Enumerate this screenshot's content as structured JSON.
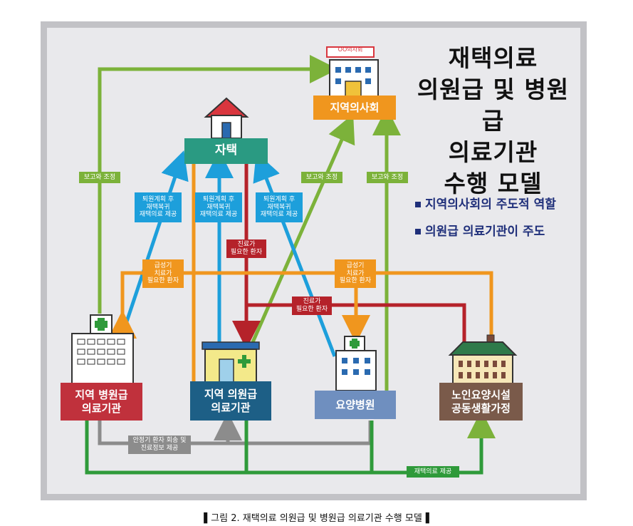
{
  "title": "재택의료\n의원급 및 병원급\n의료기관\n수행 모델",
  "bullets": [
    "지역의사회의 주도적 역할",
    "의원급 의료기관이 주도"
  ],
  "nodes": {
    "home": "자택",
    "assoc": "지역의사회",
    "hospital": "지역 병원급\n의료기관",
    "clinic": "지역 의원급\n의료기관",
    "nursing": "요양병원",
    "elderly": "노인요양시설\n공동생활가정",
    "assoc_sign": "OO의사회"
  },
  "labels": {
    "report1": "보고와 조정",
    "report2": "보고와 조정",
    "report3": "보고와 조정",
    "discharge1": "퇴원계획 후\n재택복귀\n재택의료 제공",
    "discharge2": "퇴원계획 후\n재택복귀\n재택의료 제공",
    "discharge3": "퇴원계획 후\n재택복귀\n재택의료 제공",
    "care_needed1": "진료가\n필요한 환자",
    "care_needed2": "진료가\n필요한 환자",
    "acute1": "급성기\n치료가\n필요한 환자",
    "acute2": "급성기\n치료가\n필요한 환자",
    "stable": "안정기 환자 회송 및\n진료정보 제공",
    "homecare": "재택의료 제공"
  },
  "caption": "▌그림 2. 재택의료 의원급 및 병원급 의료기관 수행 모델▐",
  "colors": {
    "green": "#7cb23a",
    "blue": "#1d9fdb",
    "red": "#b5222a",
    "orange": "#f0961e",
    "gray": "#8c8c8c",
    "teal": "#2a9a82",
    "assoc_orange": "#f0961e",
    "hospital_red": "#c0313c",
    "clinic_navy": "#1d5f86",
    "nursing_blue": "#6f8fbf",
    "elderly_brown": "#7a5a4a"
  }
}
